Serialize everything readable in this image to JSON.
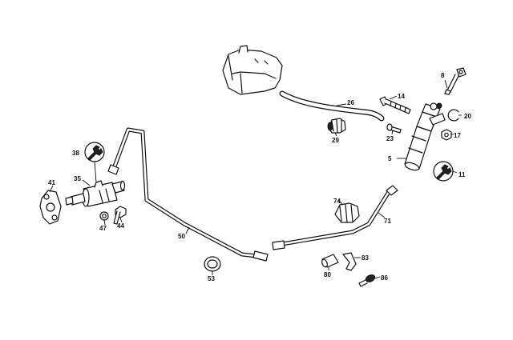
{
  "labels": {
    "p5": "5",
    "p8": "8",
    "p11": "11",
    "p14": "14",
    "p17": "17",
    "p20": "20",
    "p23": "23",
    "p26": "26",
    "p29": "29",
    "p35": "35",
    "p38": "38",
    "p41": "41",
    "p44": "44",
    "p47": "47",
    "p50": "50",
    "p53": "53",
    "p71": "71",
    "p74": "74",
    "p80": "80",
    "p83": "83",
    "p86": "86"
  },
  "colors": {
    "line": "#111111",
    "background": "#ffffff"
  },
  "icons": {
    "tool_symbol": "wrench-icon"
  }
}
